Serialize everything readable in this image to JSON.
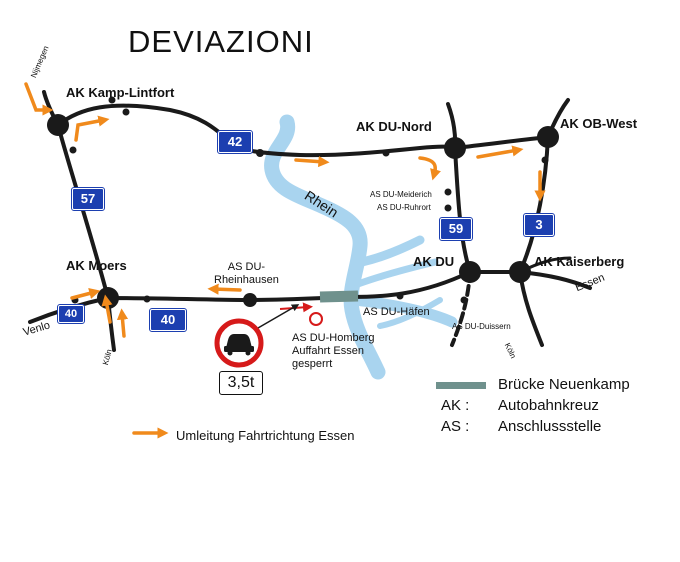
{
  "title": "DEVIAZIONI",
  "junctions": {
    "kamp_lintfort": "AK Kamp-Lintfort",
    "du_nord": "AK DU-Nord",
    "ob_west": "AK OB-West",
    "moers": "AK Moers",
    "du": "AK DU",
    "kaiserberg": "AK Kaiserberg"
  },
  "exits": {
    "rheinhausen": "AS DU-\nRheinhausen",
    "meiderich": "AS DU-Meiderich",
    "ruhrort": "AS DU-Ruhrort",
    "haefen": "AS DU-Häfen",
    "duissern": "AS DU-Duissern",
    "homberg": "AS DU-Homberg\nAuffahrt Essen\ngesperrt"
  },
  "motorways": {
    "a42": "42",
    "a57": "57",
    "a59": "59",
    "a3": "3",
    "a40_left": "40",
    "a40_main": "40"
  },
  "places": {
    "nijmegen": "Nijmegen",
    "venlo": "Venlo",
    "koeln_moers": "Köln",
    "koeln_kaiserberg": "Köln",
    "essen": "Essen",
    "rhein": "Rhein"
  },
  "sign": {
    "weight_limit": "3,5t"
  },
  "legend": {
    "detour": "Umleitung Fahrtrichtung Essen",
    "bridge": "Brücke Neuenkamp",
    "ak_key": "AK :",
    "ak_value": "Autobahnkreuz",
    "as_key": "AS :",
    "as_value": "Anschlussstelle"
  },
  "colors": {
    "river": "#a9d4ef",
    "road": "#1a1a1a",
    "detour_arrow": "#f08a1c",
    "shield": "#1c3fb0",
    "bridge": "#6f918d",
    "restriction_ring": "#d61a1a",
    "local_arrow": "#d61a1a"
  }
}
